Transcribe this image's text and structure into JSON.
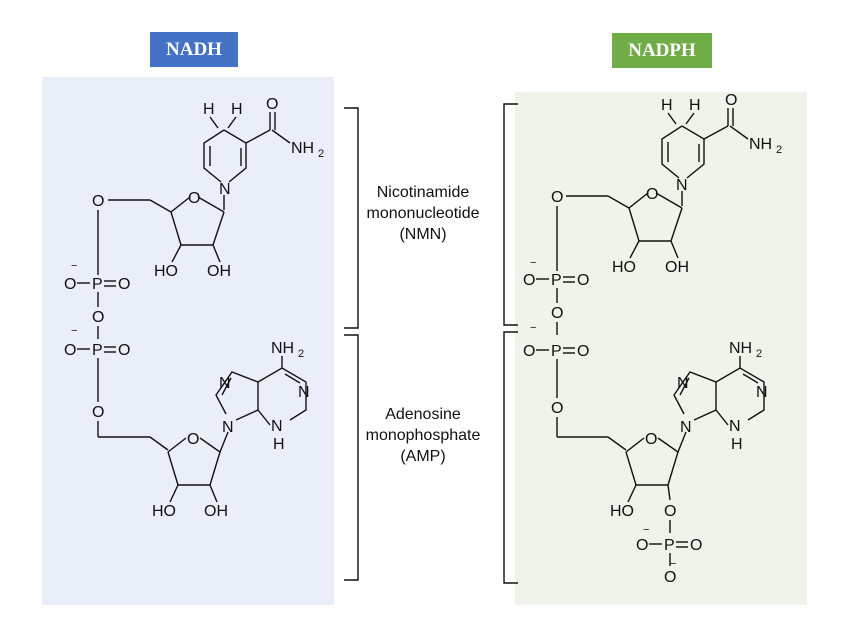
{
  "titles": {
    "left": "NADH",
    "right": "NADPH"
  },
  "labels": {
    "nmn": [
      "Nicotinamide",
      "mononucleotide",
      "(NMN)"
    ],
    "amp": [
      "Adenosine",
      "monophosphate",
      "(AMP)"
    ]
  },
  "atoms": {
    "H": "H",
    "O": "O",
    "N": "N",
    "P": "P",
    "NH": "NH",
    "OH": "OH",
    "HO": "HO",
    "H2_sub": "2",
    "minus": "−"
  },
  "colors": {
    "nadh_badge": "#4472c4",
    "nadph_badge": "#70ad47",
    "nadh_panel": "#e9eef9",
    "nadph_panel": "#eef4ea"
  }
}
